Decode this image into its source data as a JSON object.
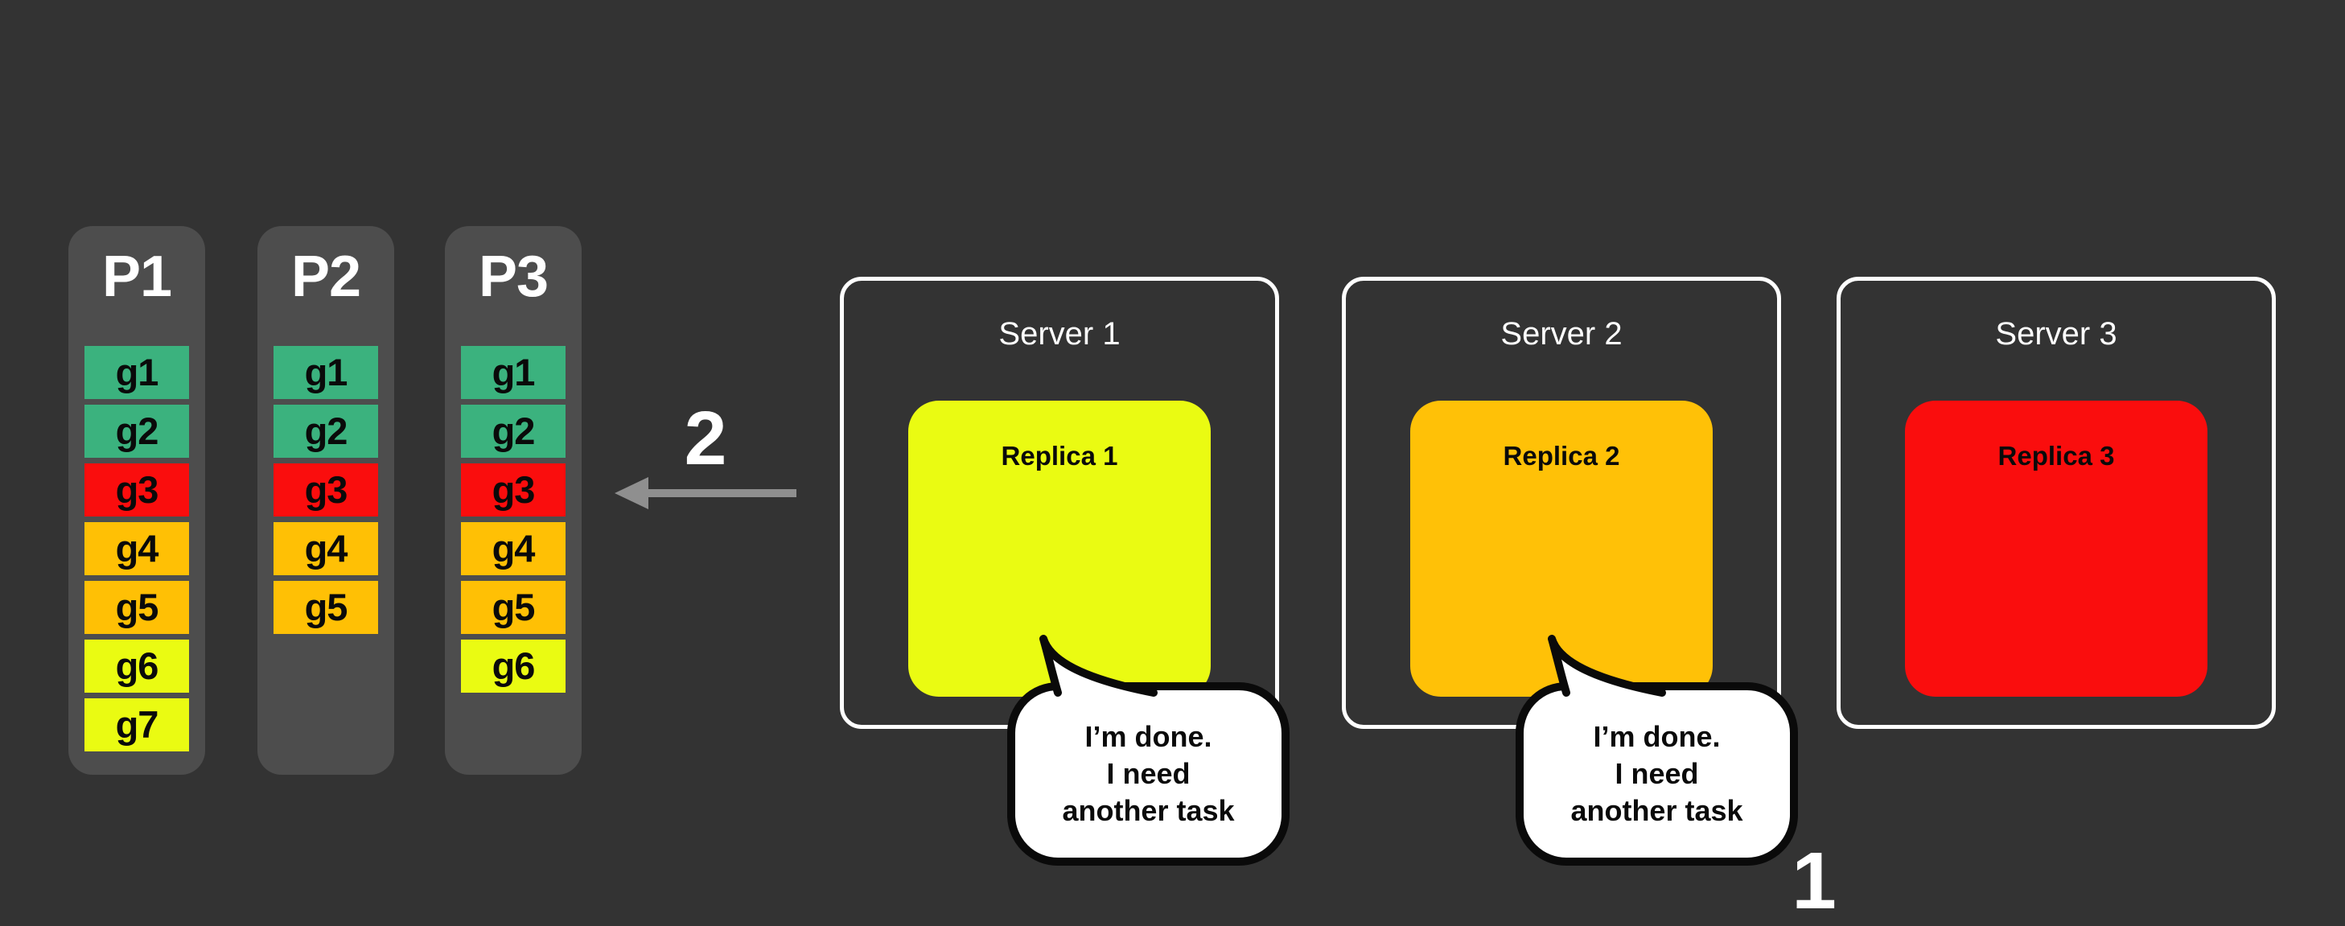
{
  "colors": {
    "background": "#333333",
    "panel": "#4D4D4D",
    "teal": "#3BB27E",
    "red": "#FA0D0D",
    "orange": "#FFC005",
    "yellow": "#EAFB12",
    "white": "#FFFFFF",
    "black": "#0A0A0A",
    "arrow": "#8F8F8F"
  },
  "partitions": [
    {
      "label": "P1",
      "tasks": [
        {
          "label": "g1",
          "bg": "#3BB27E"
        },
        {
          "label": "g2",
          "bg": "#3BB27E"
        },
        {
          "label": "g3",
          "bg": "#FA0D0D"
        },
        {
          "label": "g4",
          "bg": "#FFC005"
        },
        {
          "label": "g5",
          "bg": "#FFC005"
        },
        {
          "label": "g6",
          "bg": "#EAFB12"
        },
        {
          "label": "g7",
          "bg": "#EAFB12"
        }
      ]
    },
    {
      "label": "P2",
      "tasks": [
        {
          "label": "g1",
          "bg": "#3BB27E"
        },
        {
          "label": "g2",
          "bg": "#3BB27E"
        },
        {
          "label": "g3",
          "bg": "#FA0D0D"
        },
        {
          "label": "g4",
          "bg": "#FFC005"
        },
        {
          "label": "g5",
          "bg": "#FFC005"
        }
      ]
    },
    {
      "label": "P3",
      "tasks": [
        {
          "label": "g1",
          "bg": "#3BB27E"
        },
        {
          "label": "g2",
          "bg": "#3BB27E"
        },
        {
          "label": "g3",
          "bg": "#FA0D0D"
        },
        {
          "label": "g4",
          "bg": "#FFC005"
        },
        {
          "label": "g5",
          "bg": "#FFC005"
        },
        {
          "label": "g6",
          "bg": "#EAFB12"
        }
      ]
    }
  ],
  "servers": [
    {
      "label": "Server 1",
      "replica": {
        "label": "Replica 1",
        "bg": "#EAFB12"
      },
      "has_speech_bubble": true
    },
    {
      "label": "Server 2",
      "replica": {
        "label": "Replica 2",
        "bg": "#FFC107"
      },
      "has_speech_bubble": true
    },
    {
      "label": "Server 3",
      "replica": {
        "label": "Replica 3",
        "bg": "#FA0D0D"
      },
      "has_speech_bubble": false
    }
  ],
  "speech_bubble": {
    "line1": "I’m done.",
    "line2": "I need",
    "line3": "another task"
  },
  "step_labels": {
    "arrow_step": "2",
    "bottom_step": "1"
  }
}
